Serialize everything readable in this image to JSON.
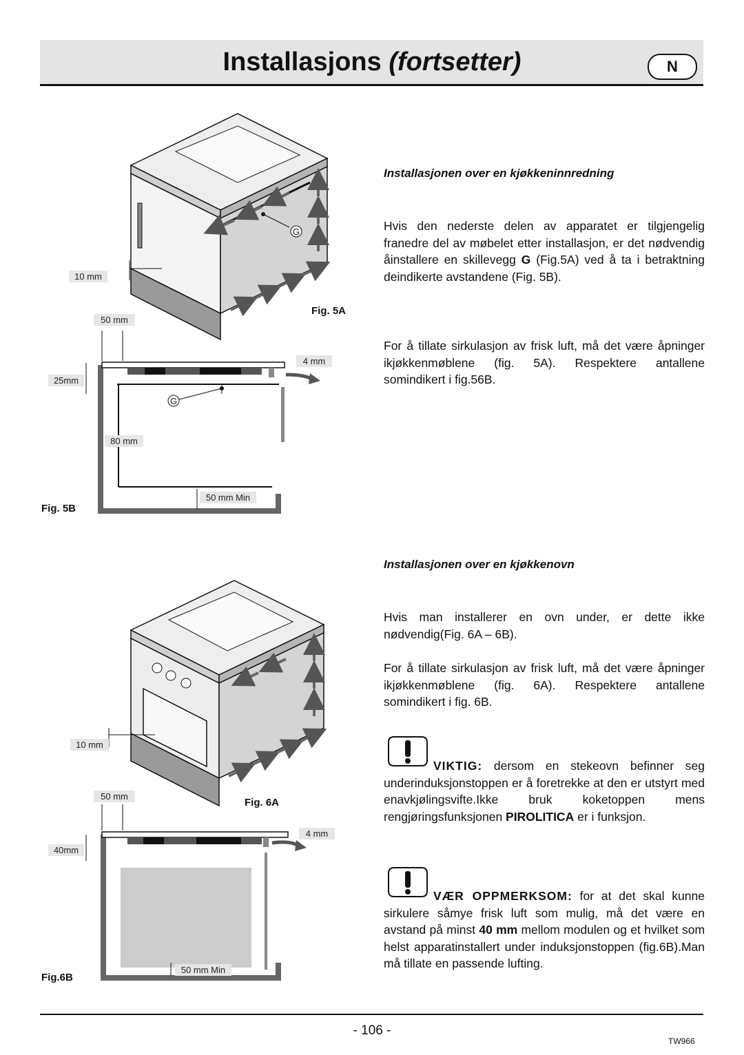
{
  "header": {
    "title_main": "Installasjons",
    "title_sub": "(fortsetter)",
    "lang_badge": "N"
  },
  "fig5a": {
    "label": "Fig. 5A",
    "dim_10": "10 mm",
    "marker_g": "G"
  },
  "fig5b": {
    "label": "Fig. 5B",
    "dim_50": "50 mm",
    "dim_4": "4 mm",
    "dim_25": "25mm",
    "dim_80": "80 mm",
    "dim_50min": "50 mm Min",
    "marker_g": "G"
  },
  "fig6a": {
    "label": "Fig. 6A",
    "dim_10": "10 mm"
  },
  "fig6b": {
    "label": "Fig.6B",
    "dim_50": "50 mm",
    "dim_4": "4 mm",
    "dim_40": "40mm",
    "dim_50min": "50 mm Min"
  },
  "section1": {
    "heading": "Installasjonen over en kjøkkeninnredning",
    "p1_a": "Hvis den nederste delen av apparatet er tilgjengelig franedre del av møbelet etter installasjon, er det nødvendig åinstallere en skillevegg ",
    "p1_bold": "G",
    "p1_b": " (Fig.5A) ved å ta i betraktning deindikerte avstandene (Fig. 5B).",
    "p2": "For å tillate sirkulasjon av frisk luft, må det være åpninger ikjøkkenmøblene (fig. 5A). Respektere antallene somindikert i fig.56B."
  },
  "section2": {
    "heading": "Installasjonen over en kjøkkenovn",
    "p1": "Hvis man installerer en ovn under, er dette ikke nødvendig(Fig. 6A – 6B).",
    "p2": "For å tillate sirkulasjon av frisk luft, må det være åpninger ikjøkkenmøblene (fig. 6A). Respektere antallene somindikert i fig. 6B."
  },
  "warning1": {
    "label": "VIKTIG:",
    "text_a": " dersom en stekeovn befinner seg underinduksjonstoppen er å foretrekke at den er utstyrt med enavkjølingsvifte.Ikke bruk koketoppen mens rengjøringsfunksjonen ",
    "text_bold": "PIROLITICA",
    "text_b": " er i funksjon."
  },
  "warning2": {
    "label": "VÆR OPPMERKSOM:",
    "text_a": " for at det skal kunne sirkulere såmye frisk luft som mulig, må det være en avstand på minst ",
    "text_bold": "40 mm",
    "text_b": " mellom modulen og et hvilket som helst apparatinstallert under induksjonstoppen (fig.6B).Man må tillate en passende lufting."
  },
  "footer": {
    "page_number": "- 106 -",
    "doc_code": "TW966"
  }
}
